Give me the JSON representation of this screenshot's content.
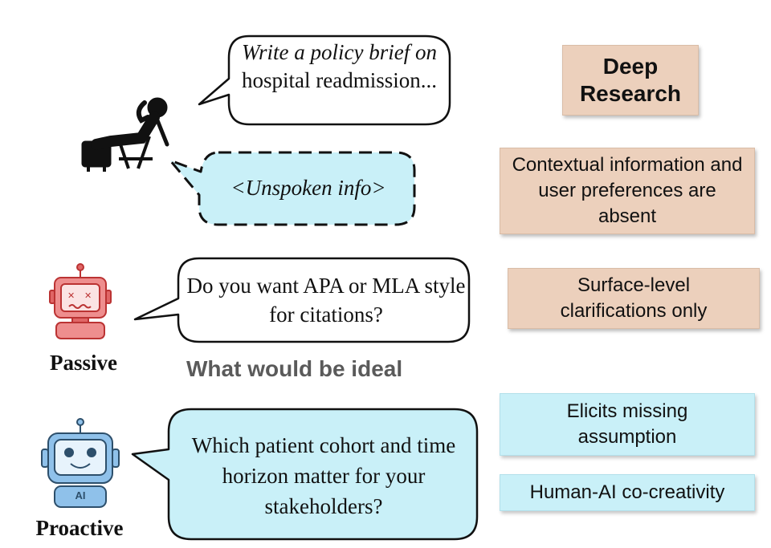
{
  "user_prompt": {
    "italic_part": "Write a policy brief on",
    "plain_part": "hospital readmission..."
  },
  "unspoken": {
    "text": "<Unspoken info>"
  },
  "passive": {
    "label": "Passive",
    "question": "Do you want APA or MLA style for citations?"
  },
  "ideal_heading": "What would be ideal",
  "proactive": {
    "label": "Proactive",
    "question": "Which patient cohort and time horizon matter for your stakeholders?",
    "robot_badge": "AI"
  },
  "boxes": {
    "deep_research": "Deep Research",
    "contextual": "Contextual information and user preferences are absent",
    "surface": "Surface-level clarifications only",
    "elicits": "Elicits missing assumption",
    "co_creativity": "Human-AI co-creativity"
  },
  "colors": {
    "tan_box": "#ecd0bc",
    "cyan_box": "#c9f0f8",
    "passive_robot": "#e06666",
    "proactive_robot": "#8fc1ea",
    "heading_gray": "#5a5a5a"
  }
}
